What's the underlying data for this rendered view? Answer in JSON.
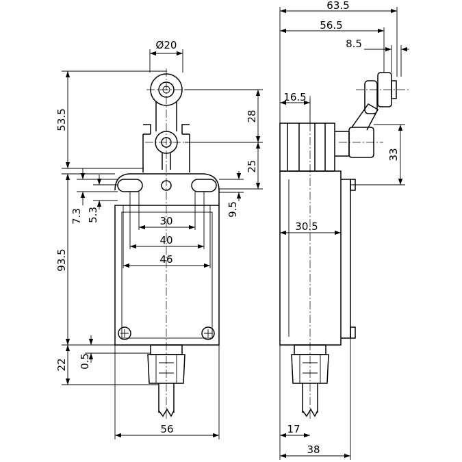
{
  "dimensions": {
    "d_roller": "Ø20",
    "total_width_side": "63.5",
    "lever_reach": "56.5",
    "roller_width": "8.5",
    "lever_height": "53.5",
    "roller_to_axis": "28",
    "axis_to_body": "25",
    "axis_offset_side": "16.5",
    "lever_length_side": "33",
    "slot_pitch_a": "7.3",
    "slot_pitch_b": "5.3",
    "slot_height": "9.5",
    "hole_spacing_30": "30",
    "hole_spacing_40": "40",
    "hole_spacing_46": "46",
    "body_depth_inner": "30.5",
    "body_height": "93.5",
    "cable_gland_offset": "0.5",
    "cable_gland_length": "22",
    "body_width": "56",
    "gland_offset_side": "17",
    "body_depth": "38"
  }
}
